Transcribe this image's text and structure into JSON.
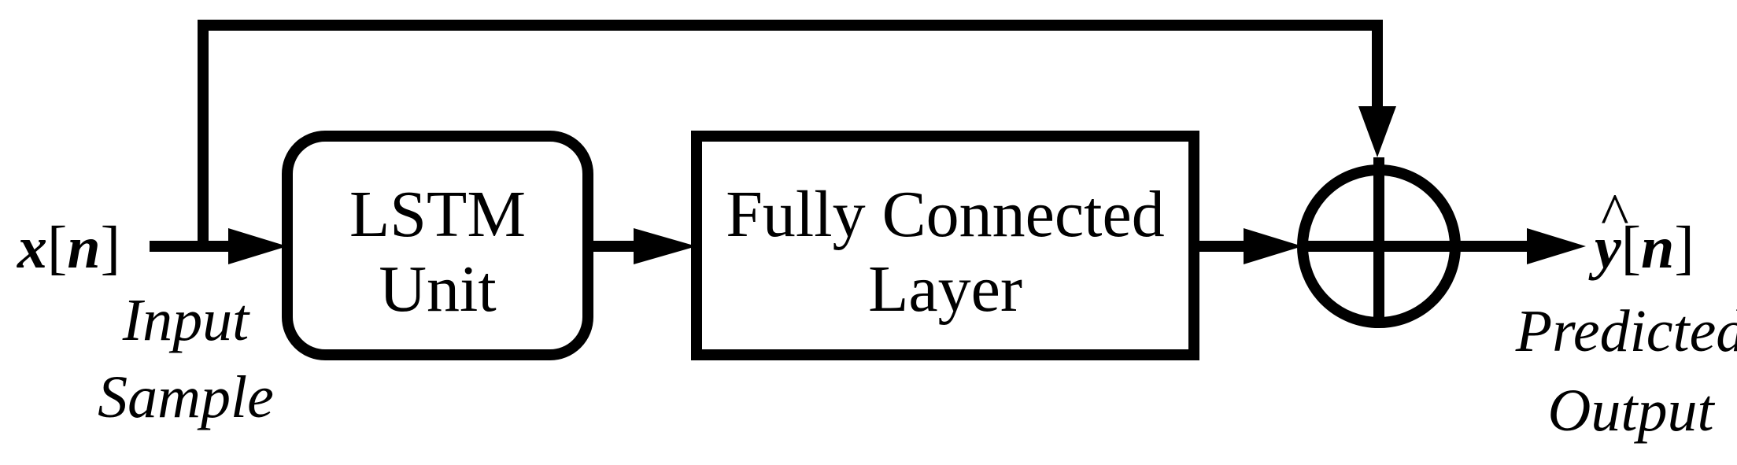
{
  "blocks": {
    "lstm": {
      "line1": "LSTM",
      "line2": "Unit"
    },
    "fc": {
      "line1": "Fully Connected",
      "line2": "Layer"
    },
    "summer": {
      "symbol": "plus-circle"
    }
  },
  "input": {
    "var": "x",
    "open_bracket": "[",
    "index": "n",
    "close_bracket": "]",
    "caption_line1": "Input",
    "caption_line2": "Sample"
  },
  "output": {
    "hat": "^",
    "var": "y",
    "open_bracket": "[",
    "index": "n",
    "close_bracket": "]",
    "caption_line1": "Predicted",
    "caption_line2": "Output"
  },
  "colors": {
    "stroke": "#000000",
    "background": "#ffffff"
  }
}
